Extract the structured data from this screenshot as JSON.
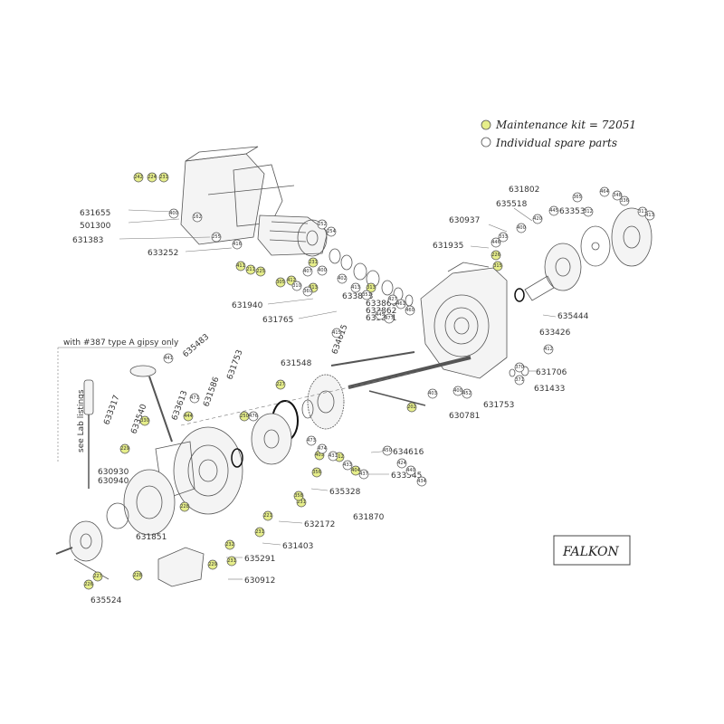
{
  "legend": {
    "maintenance": "Maintenance kit = 72051",
    "individual": "Individual spare parts"
  },
  "model_label": "FALKON",
  "gipsy_note": "with #387 type A gipsy only",
  "lever_note": "see Lab listings",
  "colors": {
    "maintenance_fill": "#e6ee8a",
    "individual_fill": "#ffffff",
    "stroke": "#555555"
  },
  "part_numbers": [
    "631655",
    "501300",
    "631383",
    "633252",
    "631940",
    "631765",
    "633893",
    "633860",
    "633862",
    "633861",
    "635518",
    "630937",
    "631935",
    "631802",
    "633530",
    "635444",
    "633426",
    "631706",
    "631433",
    "631753",
    "630781",
    "634616",
    "633545",
    "635328",
    "631870",
    "632172",
    "631403",
    "635291",
    "630912",
    "635524",
    "631851",
    "630930",
    "630940",
    "633317",
    "633540",
    "633613",
    "635483",
    "631586",
    "631753",
    "631548",
    "634615"
  ],
  "bubbles_maintenance": [
    "242",
    "224",
    "231",
    "411",
    "211",
    "225",
    "313",
    "305",
    "412",
    "231",
    "313",
    "226",
    "315",
    "250",
    "227",
    "231",
    "356",
    "358",
    "403",
    "412",
    "404",
    "202",
    "229",
    "330",
    "444",
    "231",
    "221",
    "232",
    "231",
    "227",
    "226",
    "228",
    "229",
    "228"
  ],
  "bubbles_individual": [
    "400",
    "162",
    "255",
    "416",
    "402",
    "413",
    "351",
    "252",
    "254",
    "310",
    "360",
    "407",
    "400",
    "427",
    "461",
    "460",
    "445",
    "477",
    "415",
    "400",
    "333",
    "446",
    "420",
    "445",
    "365",
    "312",
    "464",
    "348",
    "336",
    "311",
    "413",
    "412",
    "370",
    "371",
    "452",
    "403",
    "400",
    "450",
    "424",
    "440",
    "434",
    "441",
    "471",
    "476",
    "473",
    "474",
    "431",
    "433",
    "437"
  ]
}
